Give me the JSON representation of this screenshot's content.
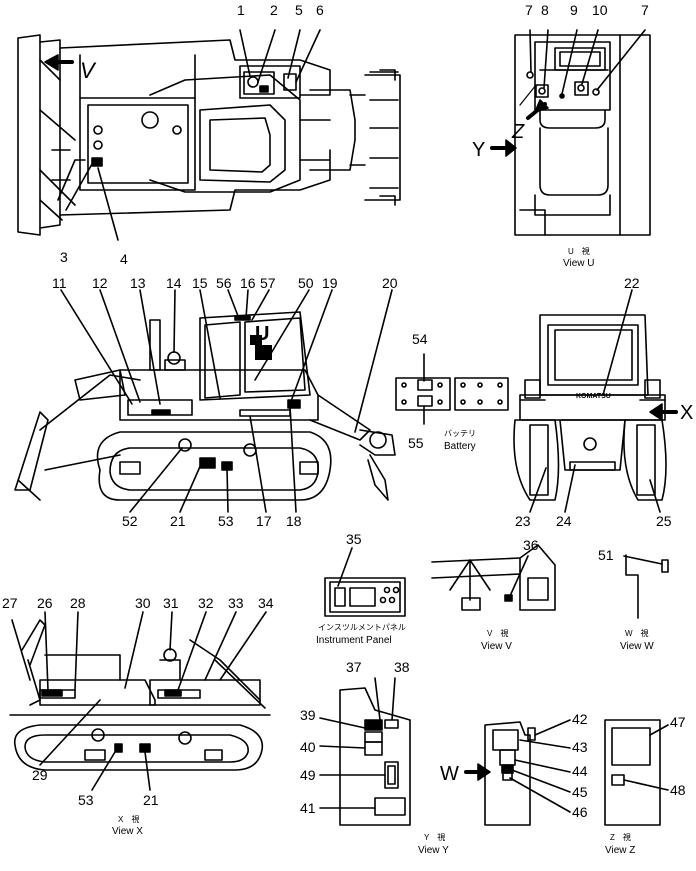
{
  "numbers": {
    "n1": "1",
    "n2": "2",
    "n3": "3",
    "n4": "4",
    "n5": "5",
    "n6": "6",
    "n7": "7",
    "n8": "8",
    "n9": "9",
    "n10": "10",
    "n11": "11",
    "n12": "12",
    "n13": "13",
    "n14": "14",
    "n15": "15",
    "n16": "16",
    "n17": "17",
    "n18": "18",
    "n19": "19",
    "n20": "20",
    "n21": "21",
    "n22": "22",
    "n23": "23",
    "n24": "24",
    "n25": "25",
    "n26": "26",
    "n27": "27",
    "n28": "28",
    "n29": "29",
    "n30": "30",
    "n31": "31",
    "n32": "32",
    "n33": "33",
    "n34": "34",
    "n35": "35",
    "n36": "36",
    "n37": "37",
    "n38": "38",
    "n39": "39",
    "n40": "40",
    "n41": "41",
    "n42": "42",
    "n43": "43",
    "n44": "44",
    "n45": "45",
    "n46": "46",
    "n47": "47",
    "n48": "48",
    "n49": "49",
    "n50": "50",
    "n51": "51",
    "n52": "52",
    "n53": "53",
    "n54": "54",
    "n55": "55",
    "n56": "56",
    "n57": "57"
  },
  "view_letters": {
    "V": "V",
    "U": "U",
    "X": "X",
    "Y": "Y",
    "Z": "Z",
    "W": "W"
  },
  "captions": {
    "view_u_jp": "U　視",
    "view_u": "View  U",
    "view_v_jp": "V　視",
    "view_v": "View  V",
    "view_w_jp": "W　視",
    "view_w": "View  W",
    "view_x_jp": "X　視",
    "view_x": "View  X",
    "view_y_jp": "Y　視",
    "view_y": "View  Y",
    "view_z_jp": "Z　視",
    "view_z": "View  Z",
    "battery_jp": "バッテリ",
    "battery": "Battery",
    "panel_jp": "インスツルメントパネル",
    "panel": "Instrument  Panel",
    "brand_mark": "KOMATSU"
  }
}
